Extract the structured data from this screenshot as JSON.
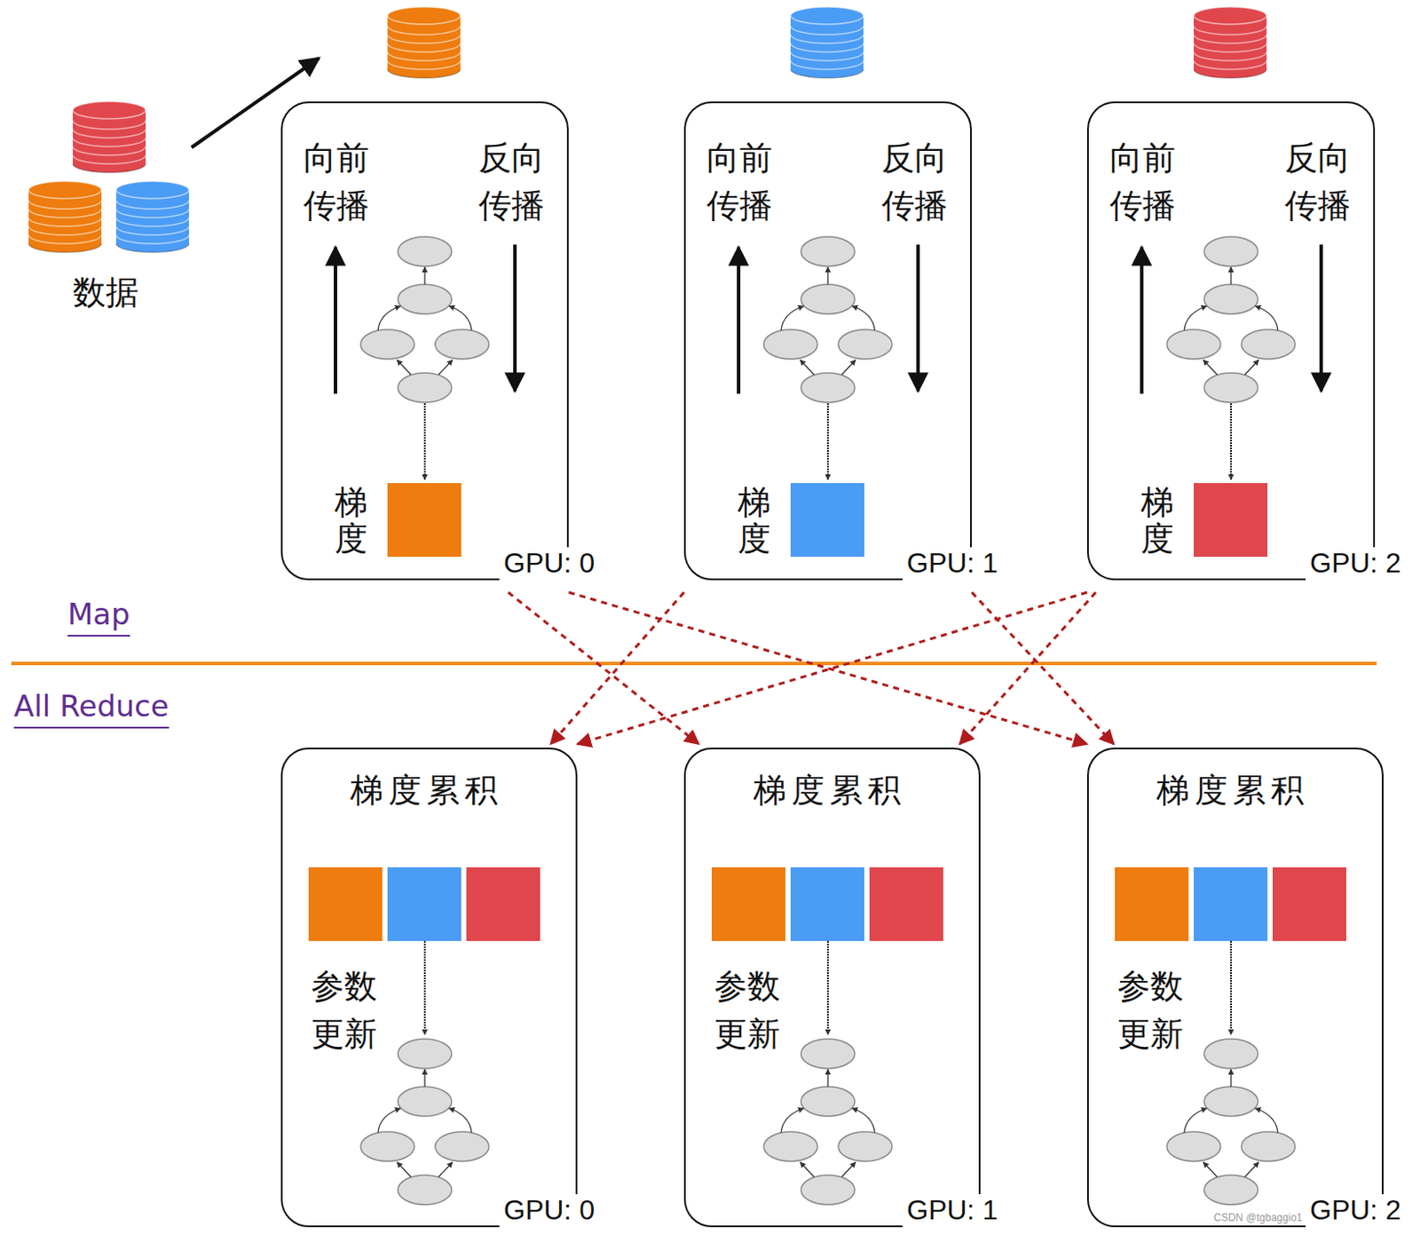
{
  "diagram": {
    "nodes": [
      {
        "text": [
          "向前 传播",
          "反向 传播",
          "梯度",
          "GPU: 0"
        ]
      },
      {
        "text": [
          "向前 传播",
          "反向 传播",
          "梯度",
          "GPU: 1"
        ]
      },
      {
        "text": [
          "向前 传播",
          "反向 传播",
          "梯度",
          "GPU: 2"
        ]
      },
      {
        "text": [
          "梯度累积",
          "参数 更新",
          "GPU: 0"
        ]
      },
      {
        "text": [
          "梯度累积",
          "参数 更新",
          "GPU: 1"
        ]
      },
      {
        "text": [
          "梯度累积",
          "参数 更新",
          "GPU: 2"
        ]
      }
    ],
    "edges": [
      {
        "from": 0,
        "to": 4,
        "arrow": "to"
      },
      {
        "from": 0,
        "to": 5,
        "arrow": "to"
      },
      {
        "from": 1,
        "to": 3,
        "arrow": "to"
      },
      {
        "from": 1,
        "to": 5,
        "arrow": "to"
      },
      {
        "from": 2,
        "to": 3,
        "arrow": "to"
      },
      {
        "from": 2,
        "to": 4,
        "arrow": "to"
      }
    ],
    "labels": [
      "数据",
      "Map",
      "All Reduce",
      "CSDN @tgbaggio1"
    ]
  }
}
